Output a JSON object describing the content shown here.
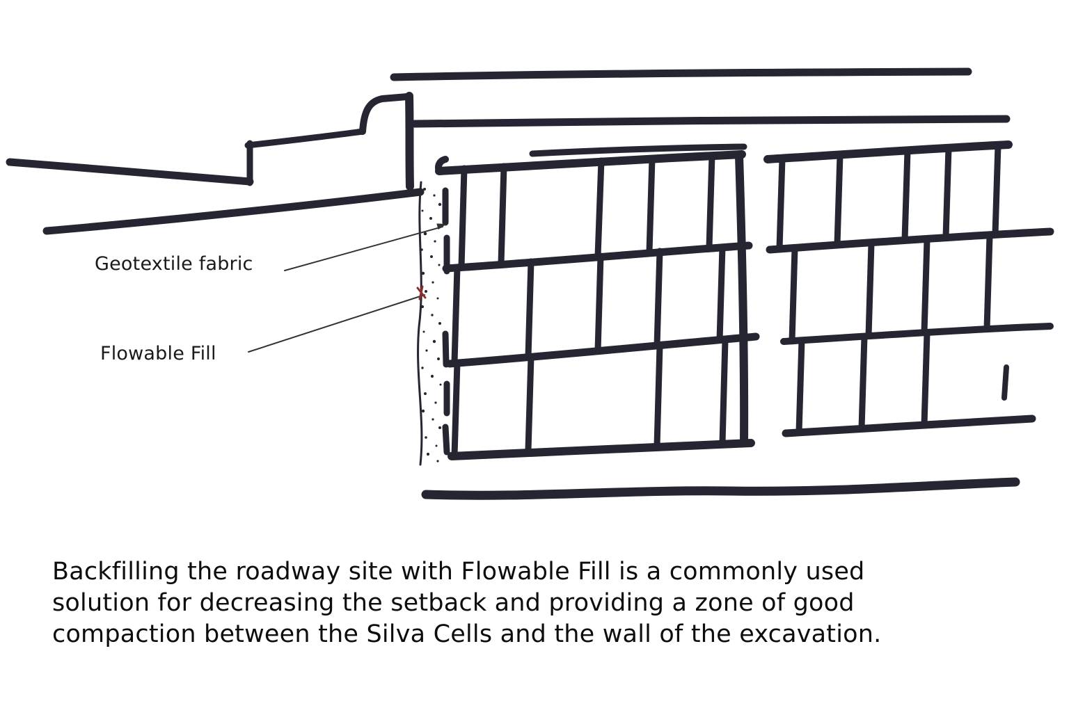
{
  "diagram": {
    "labels": {
      "geotextile": "Geotextile fabric",
      "flowable": "Flowable Fill"
    },
    "caption_lines": [
      "Backfilling the roadway site with Flowable Fill is a commonly used",
      "solution for decreasing the setback and providing a zone of good",
      "compaction between the Silva Cells and the wall of the excavation."
    ],
    "colors": {
      "ink": "#262633",
      "leader": "#333333",
      "accent_mark": "#8a3030",
      "text": "#0d0d0d"
    }
  }
}
